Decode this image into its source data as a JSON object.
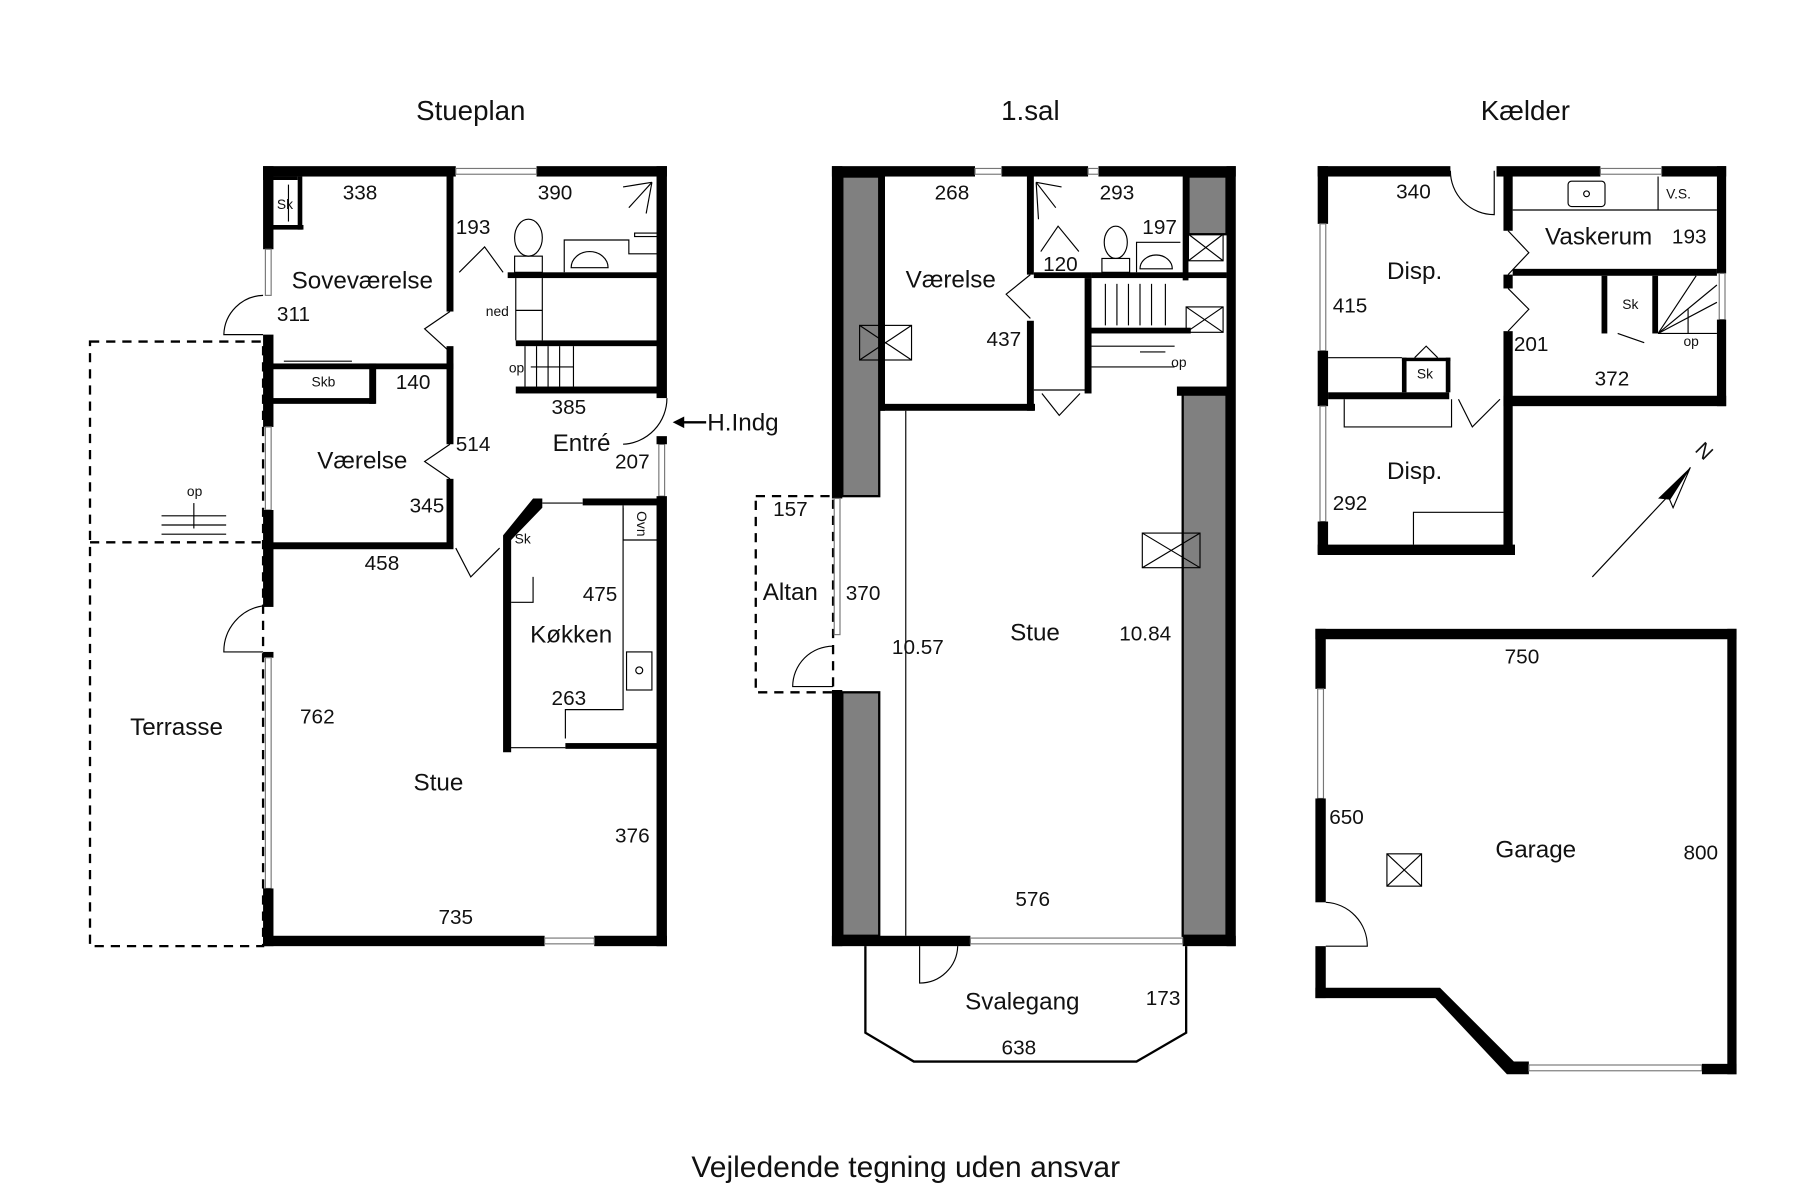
{
  "footer": "Vejledende tegning uden ansvar",
  "stueplan": {
    "title": "Stueplan",
    "rooms": {
      "sovevaerelse": "Soveværelse",
      "vaerelse": "Værelse",
      "entre": "Entré",
      "kokken": "Køkken",
      "stue": "Stue",
      "terrasse": "Terrasse"
    },
    "labels": {
      "sk1": "Sk",
      "skb": "Skb",
      "sk2": "Sk",
      "ovn": "Ovn",
      "ned": "ned",
      "op1": "op",
      "op2": "op",
      "entrance": "H.Indg"
    },
    "dims": [
      "338",
      "390",
      "193",
      "311",
      "140",
      "385",
      "514",
      "207",
      "345",
      "458",
      "475",
      "263",
      "762",
      "376",
      "735"
    ]
  },
  "sal1": {
    "title": "1.sal",
    "rooms": {
      "vaerelse": "Værelse",
      "stue": "Stue",
      "altan": "Altan",
      "svalegang": "Svalegang"
    },
    "labels": {
      "op": "op"
    },
    "dims": [
      "268",
      "293",
      "197",
      "120",
      "437",
      "157",
      "370",
      "10.57",
      "10.84",
      "576",
      "173",
      "638"
    ]
  },
  "kaelder": {
    "title": "Kælder",
    "rooms": {
      "disp1": "Disp.",
      "vaskerum": "Vaskerum",
      "disp2": "Disp.",
      "garage": "Garage"
    },
    "labels": {
      "vs": "V.S.",
      "sk1": "Sk",
      "sk2": "Sk",
      "op": "op",
      "north": "N"
    },
    "dims": [
      "340",
      "193",
      "415",
      "201",
      "372",
      "292",
      "750",
      "650",
      "800"
    ]
  }
}
